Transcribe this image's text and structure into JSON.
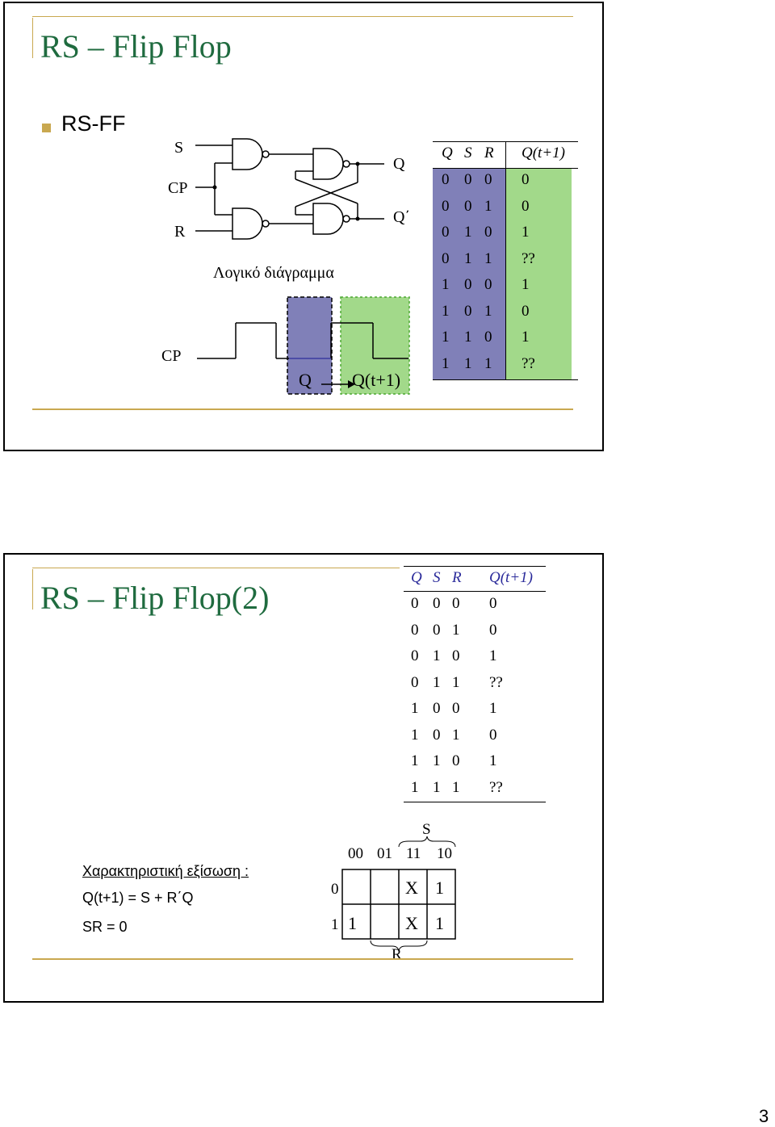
{
  "slide1": {
    "title": "RS – Flip Flop",
    "bullet": "RS-FF",
    "inputs": {
      "s": "S",
      "cp": "CP",
      "r": "R"
    },
    "outputs": {
      "q": "Q",
      "qbar": "Q΄"
    },
    "diagram_caption": "Λογικό διάγραμμα",
    "timing": {
      "cp_label": "CP",
      "q_label": "Q",
      "qnext_label": "Q(t+1)"
    },
    "table": {
      "headers": [
        "Q",
        "S",
        "R",
        "Q(t+1)"
      ],
      "rows": [
        [
          "0",
          "0",
          "0",
          "0"
        ],
        [
          "0",
          "0",
          "1",
          "0"
        ],
        [
          "0",
          "1",
          "0",
          "1"
        ],
        [
          "0",
          "1",
          "1",
          "??"
        ],
        [
          "1",
          "0",
          "0",
          "1"
        ],
        [
          "1",
          "0",
          "1",
          "0"
        ],
        [
          "1",
          "1",
          "0",
          "1"
        ],
        [
          "1",
          "1",
          "1",
          "??"
        ]
      ]
    },
    "colors": {
      "purple": "#8080b8",
      "green": "#a2d98a",
      "title": "#1f6b3f",
      "accent": "#c9a850"
    }
  },
  "slide2": {
    "title": "RS – Flip Flop(2)",
    "table": {
      "headers": [
        "Q",
        "S",
        "R",
        "Q(t+1)"
      ],
      "rows": [
        [
          "0",
          "0",
          "0",
          "0"
        ],
        [
          "0",
          "0",
          "1",
          "0"
        ],
        [
          "0",
          "1",
          "0",
          "1"
        ],
        [
          "0",
          "1",
          "1",
          "??"
        ],
        [
          "1",
          "0",
          "0",
          "1"
        ],
        [
          "1",
          "0",
          "1",
          "0"
        ],
        [
          "1",
          "1",
          "0",
          "1"
        ],
        [
          "1",
          "1",
          "1",
          "??"
        ]
      ]
    },
    "equation_heading": "Χαρακτηριστική εξίσωση :",
    "equation": "Q(t+1) = S + R΄Q",
    "constraint": "SR = 0",
    "kmap": {
      "s_label": "S",
      "r_label": "R",
      "col_headers": [
        "00",
        "01",
        "11",
        "10"
      ],
      "row_headers": [
        "0",
        "1"
      ],
      "cells": [
        [
          "",
          "",
          "X",
          "1"
        ],
        [
          "1",
          "",
          "X",
          "1"
        ]
      ]
    }
  },
  "page_number": "3"
}
